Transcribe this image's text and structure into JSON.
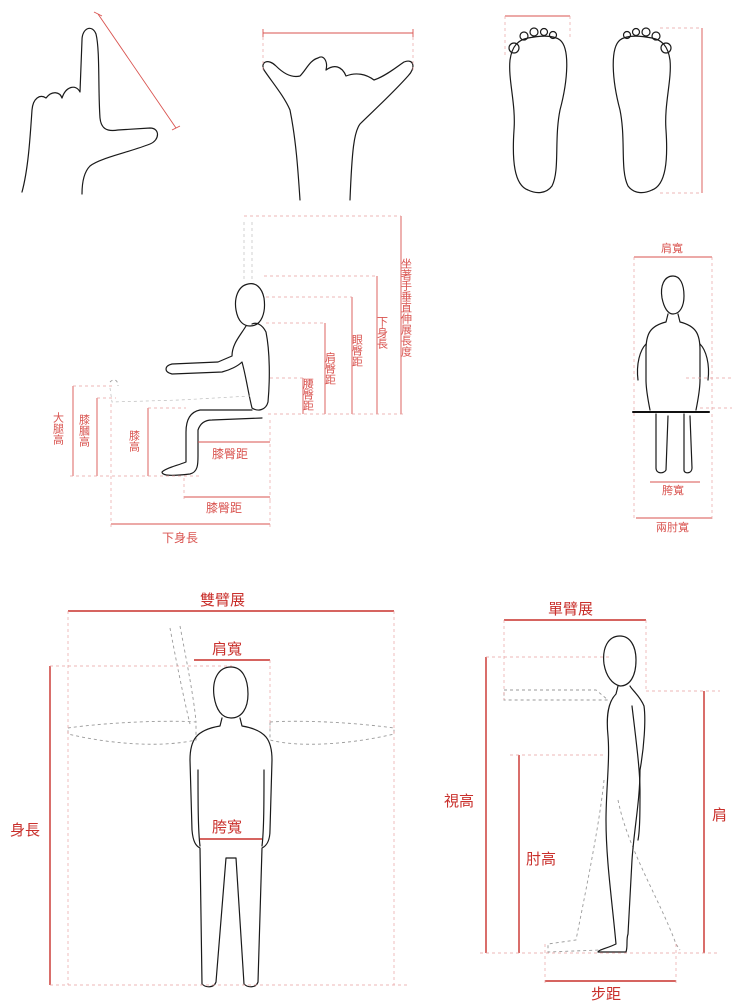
{
  "colors": {
    "dimension": "#d9534f",
    "outline": "#1a1a1a",
    "ghost": "#9a9a9a"
  },
  "seated": {
    "labels": {
      "thigh_height": "大腿高",
      "knee_height": "膝膕高",
      "knee_h": "膝高",
      "waist_shoulder": "腰臀距",
      "shoulder_seat": "肩臀距",
      "eye_seat": "眼臀距",
      "upper_body": "下身長",
      "seated_reach": "坐著手垂直伸展長度",
      "knee_buttock_1": "膝臀距",
      "knee_buttock_2": "膝臀距",
      "lower_body": "下身長"
    }
  },
  "seated_front": {
    "labels": {
      "shoulder_width": "肩寬",
      "hip_width": "胯寬",
      "elbow_width": "兩肘寬"
    }
  },
  "standing_front": {
    "labels": {
      "arm_span": "雙臂展",
      "shoulder_width": "肩寬",
      "height": "身長",
      "hip_width": "胯寬"
    }
  },
  "standing_side": {
    "labels": {
      "single_arm": "單臂展",
      "eye_height": "視高",
      "elbow_height": "肘高",
      "shoulder_height": "肩",
      "step": "步距"
    }
  }
}
